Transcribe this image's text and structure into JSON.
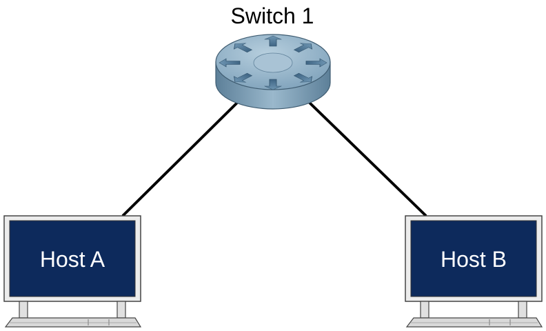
{
  "switch": {
    "label": "Switch 1",
    "icon": "switch-icon"
  },
  "hosts": [
    {
      "label": "Host A",
      "icon": "computer-icon"
    },
    {
      "label": "Host B",
      "icon": "computer-icon"
    }
  ],
  "links": [
    {
      "from": "Switch 1",
      "to": "Host A"
    },
    {
      "from": "Switch 1",
      "to": "Host B"
    }
  ],
  "colors": {
    "screen": "#0d2a5c",
    "monitor_frame": "#e6e6e6",
    "switch_top": "#8fb0c8",
    "switch_side": "#6a8fab",
    "arrow": "#4f7594",
    "link": "#000000"
  }
}
